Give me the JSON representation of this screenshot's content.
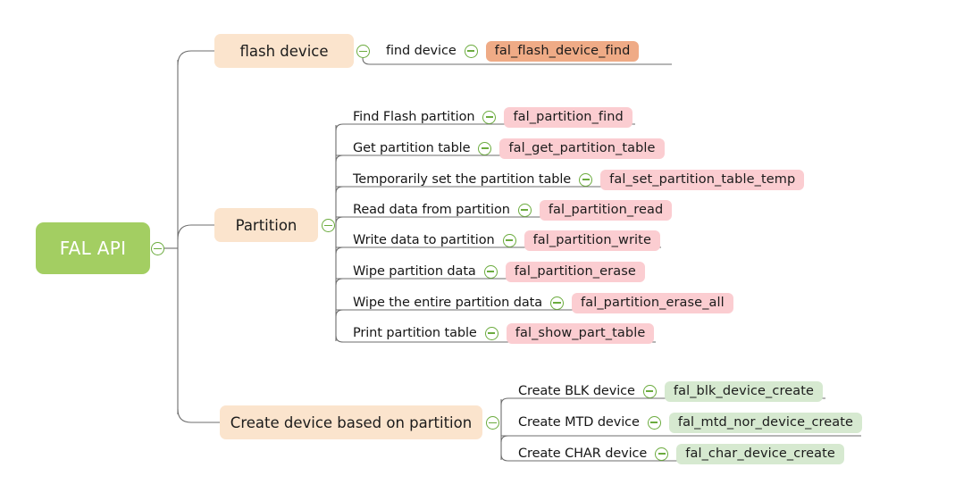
{
  "diagram": {
    "type": "mindmap",
    "title": "FAL API",
    "colors": {
      "root_fill": "#a3ce62",
      "branch_fill": "#fbe4cd",
      "badge_orange": "#efab86",
      "badge_pink": "#fbcdd1",
      "badge_green": "#d6e9d0",
      "connector": "#6d6d6d",
      "toggle_stroke": "#6bab3e"
    },
    "toggle_icon": "collapse-minus-icon"
  },
  "root": {
    "label": "FAL API"
  },
  "branches": [
    {
      "id": "flash-device",
      "label": "flash device",
      "badge_color": "orange",
      "children": [
        {
          "label": "find device",
          "api": "fal_flash_device_find"
        }
      ]
    },
    {
      "id": "partition",
      "label": "Partition",
      "badge_color": "pink",
      "children": [
        {
          "label": "Find Flash partition",
          "api": "fal_partition_find"
        },
        {
          "label": "Get partition table",
          "api": "fal_get_partition_table"
        },
        {
          "label": "Temporarily set the partition table",
          "api": "fal_set_partition_table_temp"
        },
        {
          "label": "Read data from partition",
          "api": "fal_partition_read"
        },
        {
          "label": "Write data to partition",
          "api": "fal_partition_write"
        },
        {
          "label": "Wipe partition data",
          "api": "fal_partition_erase"
        },
        {
          "label": "Wipe the entire partition data",
          "api": "fal_partition_erase_all"
        },
        {
          "label": "Print partition table",
          "api": "fal_show_part_table"
        }
      ]
    },
    {
      "id": "create-device",
      "label": "Create device based on partition",
      "badge_color": "green",
      "children": [
        {
          "label": "Create BLK device",
          "api": "fal_blk_device_create"
        },
        {
          "label": "Create MTD device",
          "api": "fal_mtd_nor_device_create"
        },
        {
          "label": "Create CHAR device",
          "api": "fal_char_device_create"
        }
      ]
    }
  ]
}
